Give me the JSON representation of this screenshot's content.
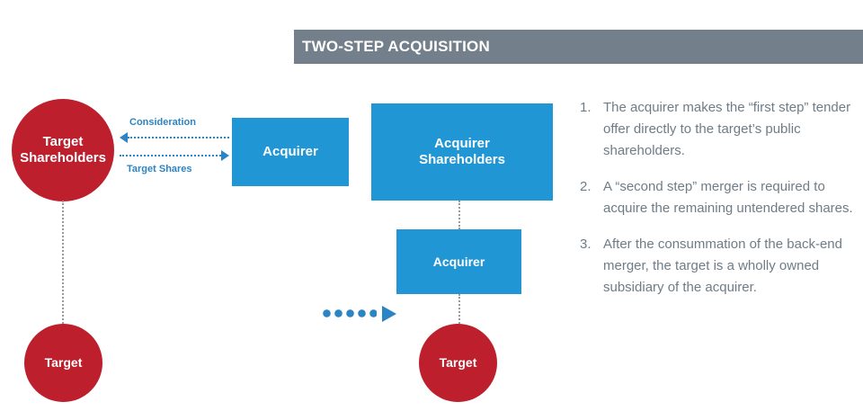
{
  "slide": {
    "title": "TWO-STEP ACQUISITION",
    "colors": {
      "title_bar": "#737f8a",
      "title_text": "#ffffff",
      "circle_red": "#bd1f2d",
      "box_blue": "#2196d4",
      "arrow_blue": "#2b84c4",
      "connector_gray": "#9a9a9a",
      "note_text": "#6f7c87",
      "background": "#ffffff"
    }
  },
  "diagram": {
    "nodes": [
      {
        "id": "target-shareholders",
        "label": "Target\nShareholders",
        "shape": "circle",
        "color": "#bd1f2d"
      },
      {
        "id": "target-left",
        "label": "Target",
        "shape": "circle",
        "color": "#bd1f2d"
      },
      {
        "id": "acquirer-left",
        "label": "Acquirer",
        "shape": "rect",
        "color": "#2196d4"
      },
      {
        "id": "acquirer-shareholders",
        "label": "Acquirer\nShareholders",
        "shape": "rect",
        "color": "#2196d4"
      },
      {
        "id": "acquirer-right",
        "label": "Acquirer",
        "shape": "rect",
        "color": "#2196d4"
      },
      {
        "id": "target-right",
        "label": "Target",
        "shape": "circle",
        "color": "#bd1f2d"
      }
    ],
    "node_labels": {
      "target_shareholders_line1": "Target",
      "target_shareholders_line2": "Shareholders",
      "target_left": "Target",
      "acquirer_left": "Acquirer",
      "acquirer_shareholders_line1": "Acquirer",
      "acquirer_shareholders_line2": "Shareholders",
      "acquirer_right": "Acquirer",
      "target_right": "Target"
    },
    "edges": [
      {
        "id": "consideration",
        "label": "Consideration",
        "from": "acquirer-left",
        "to": "target-shareholders",
        "direction": "left",
        "style": "dotted"
      },
      {
        "id": "target-shares",
        "label": "Target Shares",
        "from": "target-shareholders",
        "to": "acquirer-left",
        "direction": "right",
        "style": "dotted"
      },
      {
        "id": "merger",
        "label": "",
        "from": "step-one",
        "to": "step-two",
        "direction": "right",
        "style": "thick-dotted"
      },
      {
        "id": "ownership-left",
        "label": "",
        "from": "target-shareholders",
        "to": "target-left",
        "direction": "vertical",
        "style": "dotted-gray"
      },
      {
        "id": "ownership-right-1",
        "label": "",
        "from": "acquirer-shareholders",
        "to": "acquirer-right",
        "direction": "vertical",
        "style": "dotted-gray"
      },
      {
        "id": "ownership-right-2",
        "label": "",
        "from": "acquirer-right",
        "to": "target-right",
        "direction": "vertical",
        "style": "dotted-gray"
      }
    ]
  },
  "notes": {
    "items": [
      {
        "number": "1.",
        "text": "The acquirer makes the “first step” tender offer directly to the target’s public shareholders."
      },
      {
        "number": "2.",
        "text": "A “second step” merger is required to acquire the remaining untendered shares."
      },
      {
        "number": "3.",
        "text": "After the consummation of the back-end merger, the target is a wholly owned subsidiary of the acquirer."
      }
    ]
  }
}
